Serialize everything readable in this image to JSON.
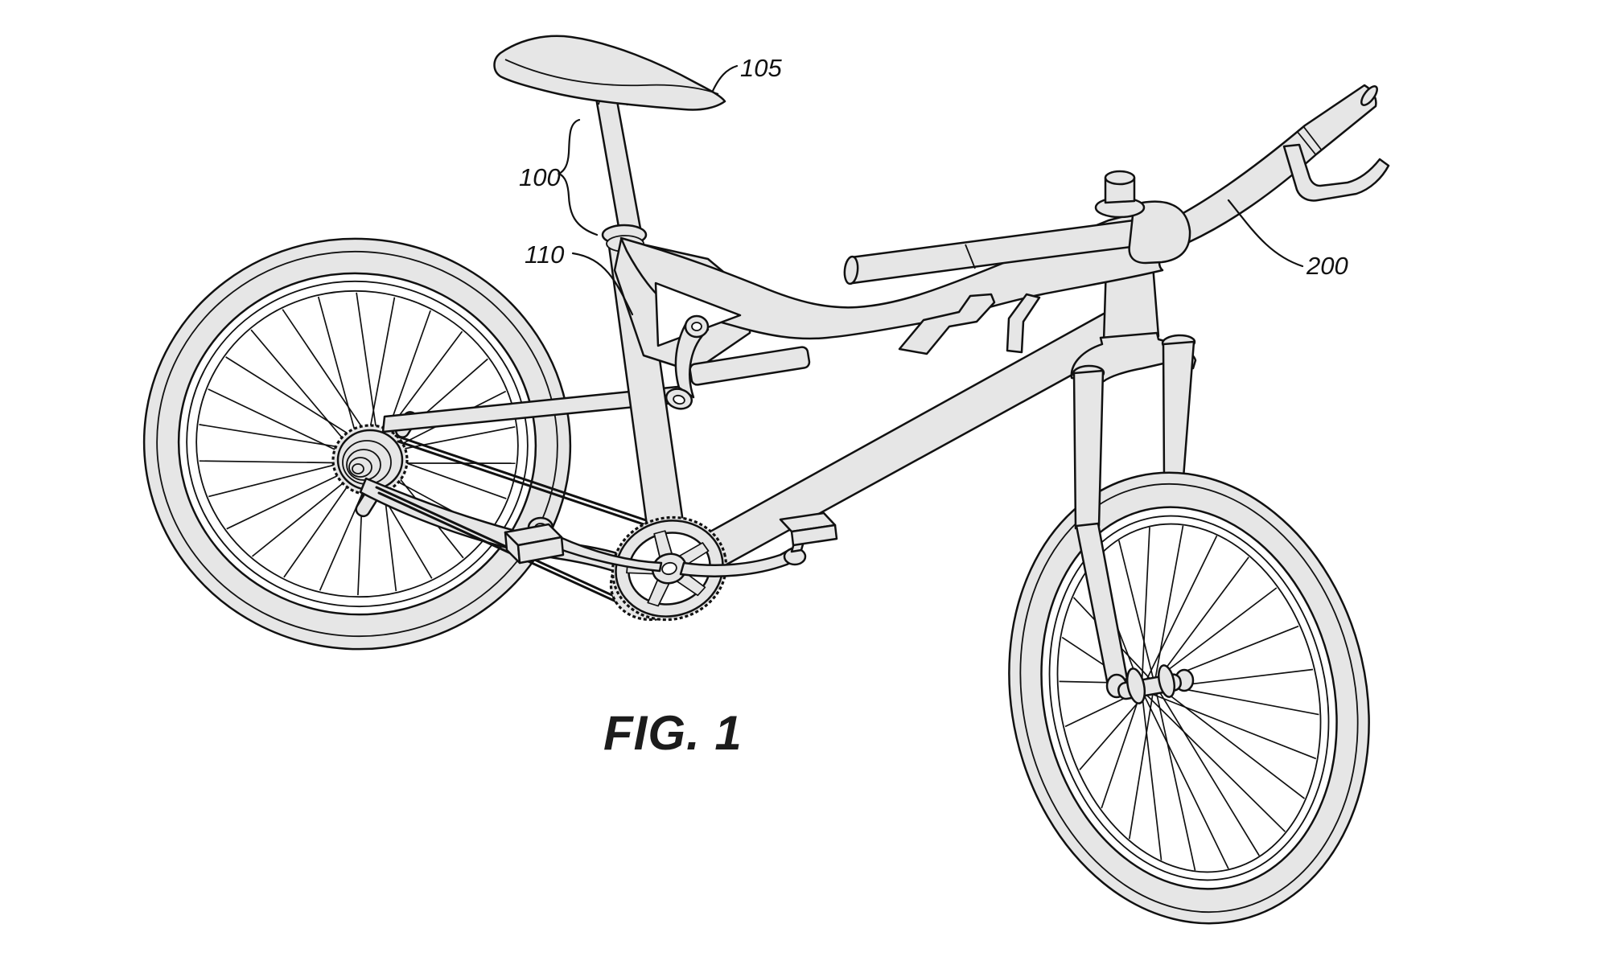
{
  "figure": {
    "caption": "FIG. 1",
    "reference_labels": {
      "seat": "105",
      "seat_assembly": "100",
      "frame": "110",
      "handlebar": "200"
    }
  },
  "colors": {
    "line": "#111111",
    "part_fill": "#e6e6e6",
    "background": "#ffffff"
  }
}
